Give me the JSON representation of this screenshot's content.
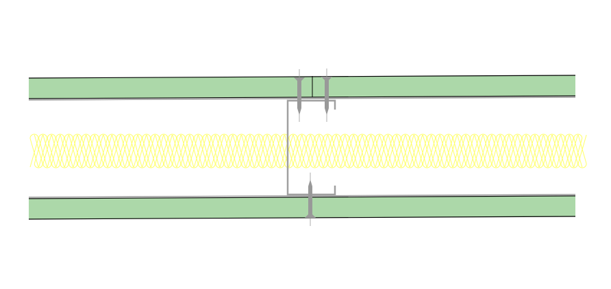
{
  "colors": {
    "board_fill": "#acd8a9",
    "board_edge": "#000000",
    "board_face": "#999999",
    "insulation": "#ffff66",
    "stud": "#a0a0a0",
    "screw": "#999999"
  },
  "icons": [
    "gypsum-board-top",
    "gypsum-board-bottom",
    "mineral-wool-insulation",
    "steel-c-stud",
    "drywall-screw"
  ]
}
